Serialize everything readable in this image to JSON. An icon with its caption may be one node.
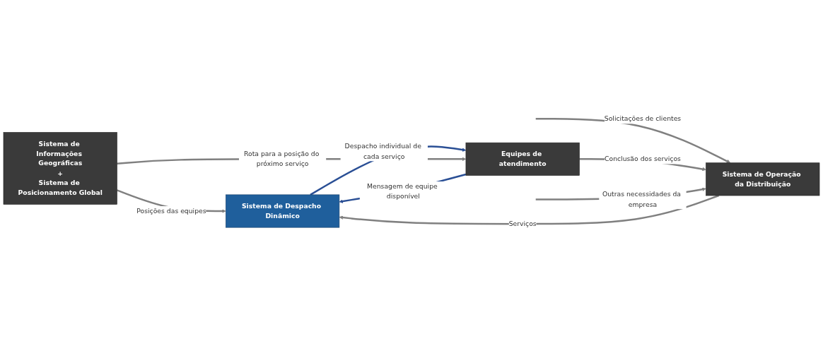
{
  "diagram": {
    "nodes": [
      {
        "text": [
          "Sistema de Despacho Dinâmico"
        ]
      },
      {
        "text": [
          "Sistema de Informações Geográficas",
          "+",
          "Sistema de Posicionamento Global"
        ]
      },
      {
        "text": [
          "Sistema de Operação da Distribuição"
        ]
      },
      {
        "text": [
          "Equipes de atendimento"
        ]
      }
    ],
    "edges": [
      {
        "from": null,
        "to": 2,
        "arrow": "to",
        "label": "Solicitações de clientes"
      },
      {
        "from": 2,
        "to": 0,
        "arrow": "to",
        "label": "Serviços"
      },
      {
        "from": 1,
        "to": 0,
        "arrow": "to",
        "label": "Posições das equipes"
      },
      {
        "from": 0,
        "to": 3,
        "arrow": "to",
        "label": "Despacho individual de cada serviço",
        "color": "#2a4f95"
      },
      {
        "from": 3,
        "to": 0,
        "arrow": "to",
        "label": "Mensagem de equipe disponível",
        "color": "#2a4f95"
      },
      {
        "from": 1,
        "to": 3,
        "arrow": "to",
        "label": "Rota para a posição do próximo serviço"
      },
      {
        "from": 3,
        "to": 2,
        "arrow": "to",
        "label": "Conclusão dos serviços"
      },
      {
        "from": null,
        "to": 2,
        "arrow": "to",
        "label": "Outras necessidades da empresa"
      }
    ]
  }
}
